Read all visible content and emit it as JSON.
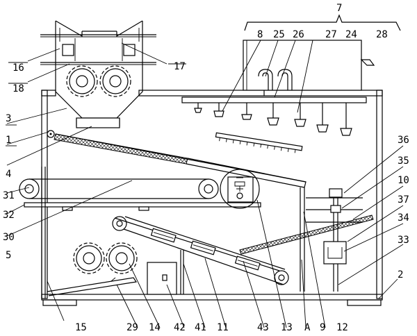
{
  "diagram": {
    "callouts": {
      "c1": "1",
      "c2": "2",
      "c3": "3",
      "c4": "4",
      "c5": "5",
      "c7": "7",
      "c8": "8",
      "c9": "9",
      "c10": "10",
      "c11": "11",
      "c12": "12",
      "c13": "13",
      "c14": "14",
      "c15": "15",
      "c16": "16",
      "c17": "17",
      "c18": "18",
      "c24": "24",
      "c25": "25",
      "c26": "26",
      "c27": "27",
      "c28": "28",
      "c29": "29",
      "c30": "30",
      "c31": "31",
      "c32": "32",
      "c33": "33",
      "c34": "34",
      "c35": "35",
      "c36": "36",
      "c37": "37",
      "c41": "41",
      "c42": "42",
      "c43": "43",
      "cA": "A"
    }
  }
}
